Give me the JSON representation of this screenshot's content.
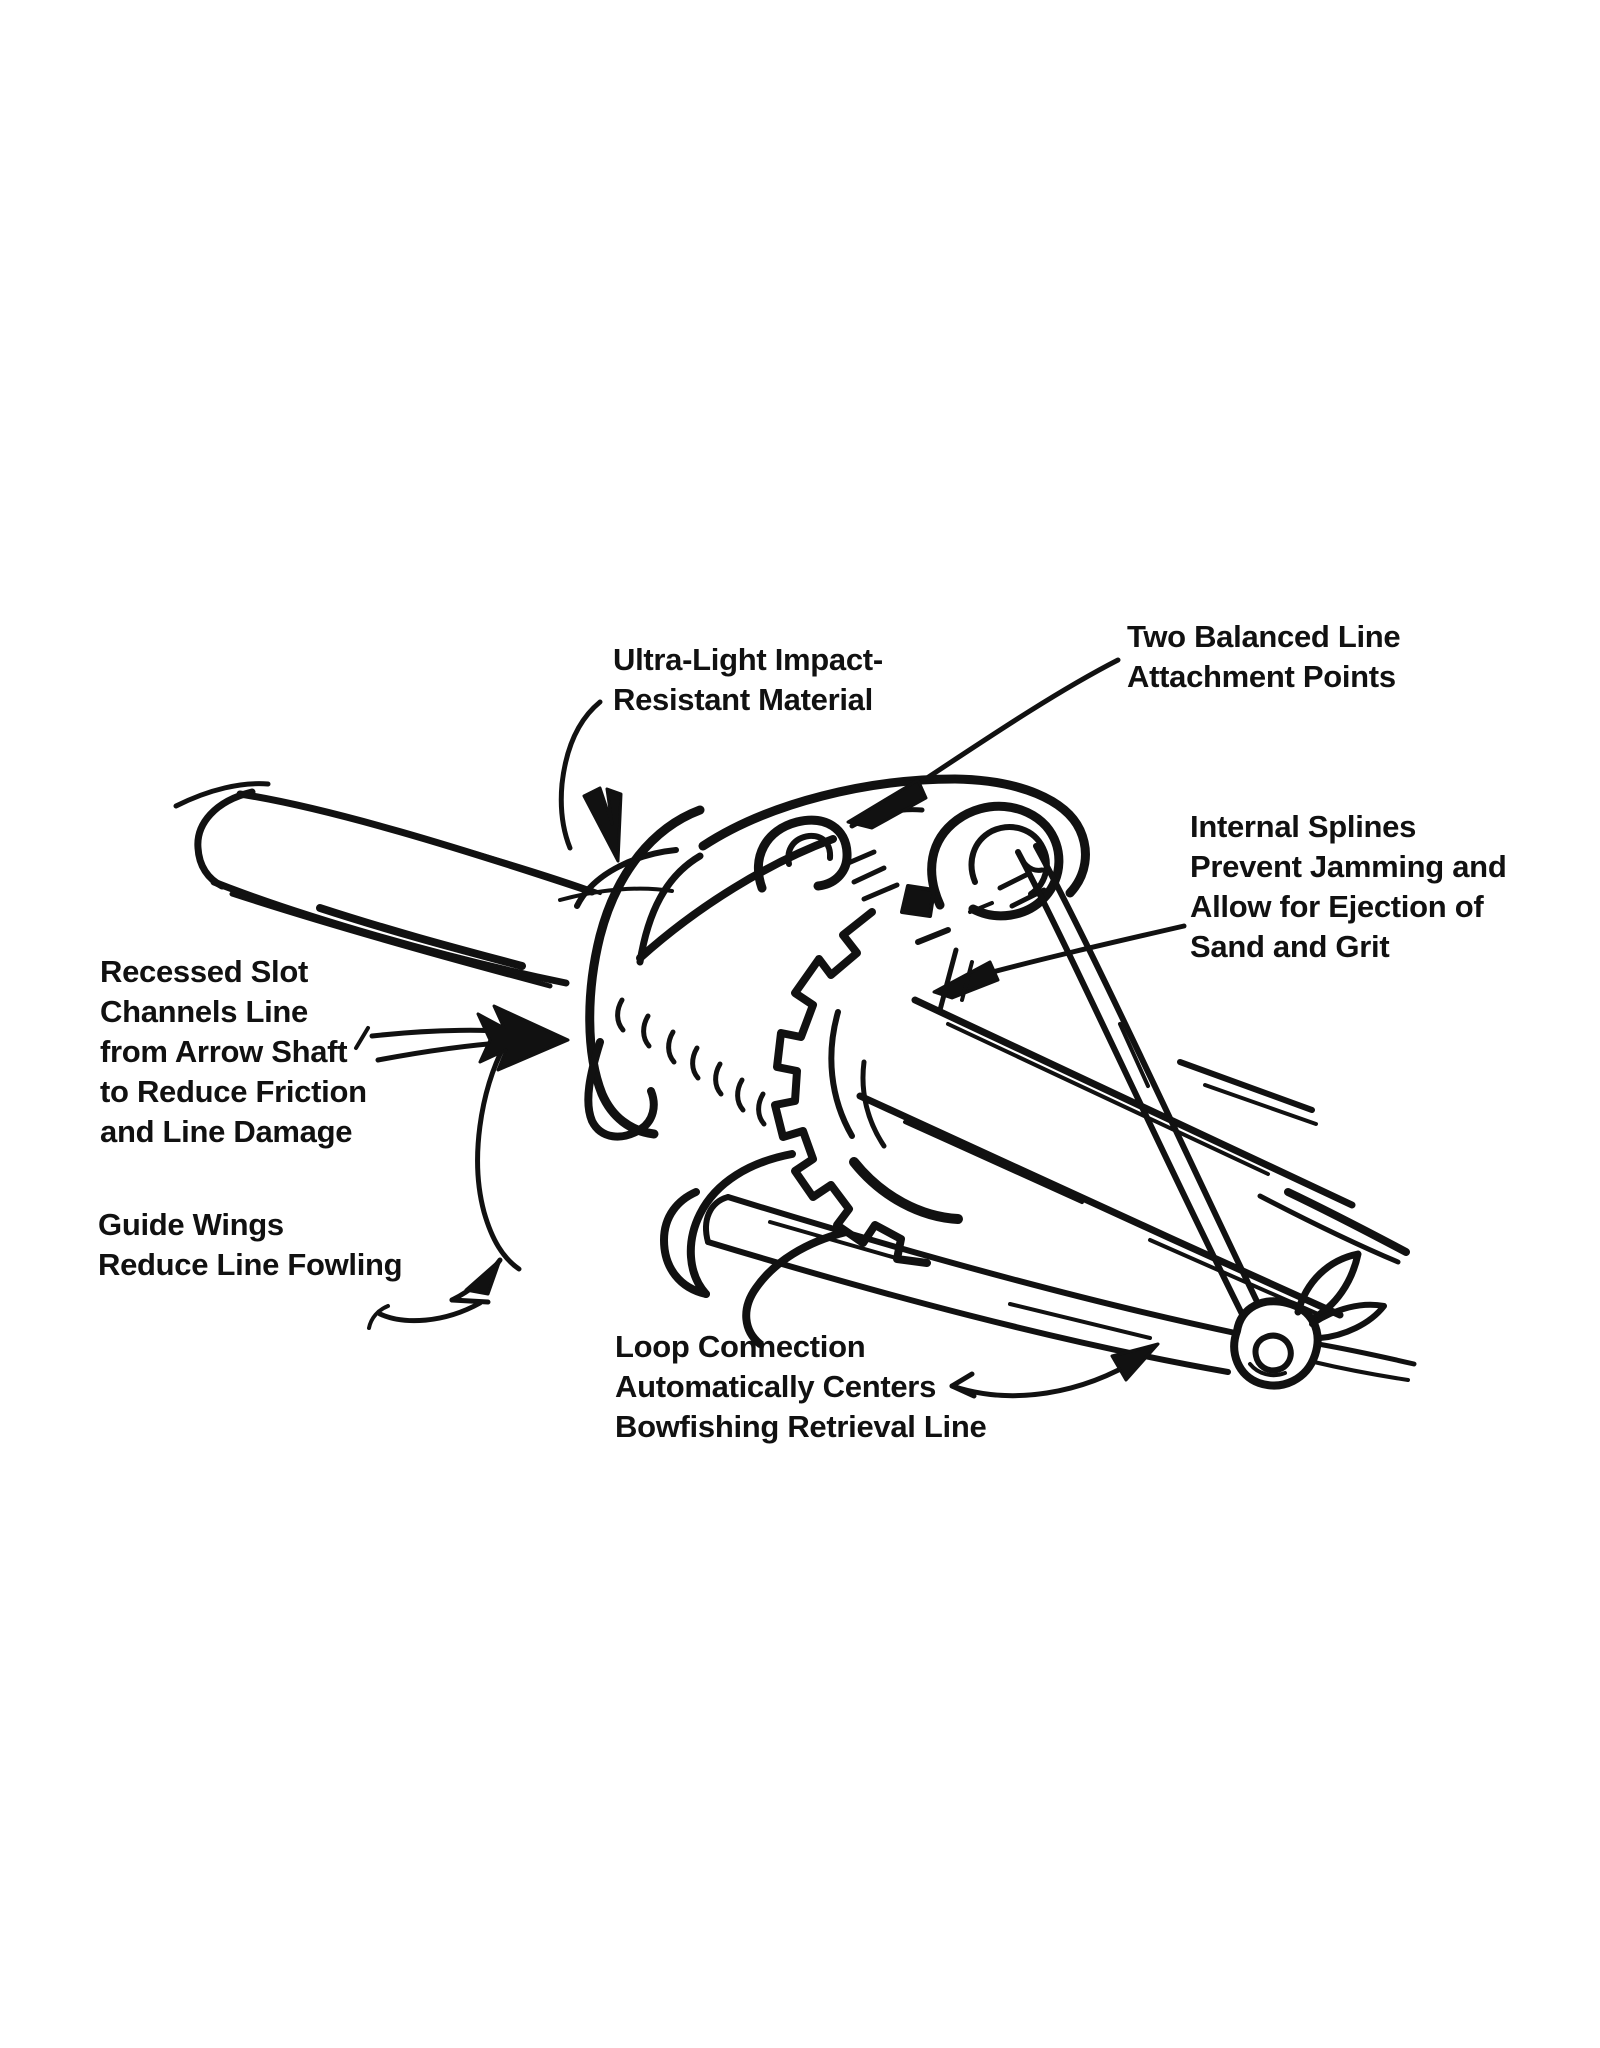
{
  "figure": {
    "kind": "hand-drawn line illustration",
    "subject": "Bowfishing arrow slide on arrow shaft with retrieval line loop"
  },
  "colors": {
    "ink": "#111111",
    "background": "#ffffff"
  },
  "labels": {
    "ultra_light": {
      "lines": [
        "Ultra-Light Impact-",
        "Resistant Material"
      ]
    },
    "two_balanced": {
      "lines": [
        "Two Balanced Line",
        "Attachment Points"
      ]
    },
    "internal_splines": {
      "lines": [
        "Internal Splines",
        "Prevent Jamming and",
        "Allow for Ejection of",
        "Sand and Grit"
      ]
    },
    "recessed_slot": {
      "lines": [
        "Recessed Slot",
        "Channels Line",
        "from Arrow Shaft",
        "to Reduce Friction",
        "and Line Damage"
      ]
    },
    "guide_wings": {
      "lines": [
        "Guide Wings",
        "Reduce Line Fowling"
      ]
    },
    "loop_connection": {
      "lines": [
        "Loop Connection",
        "Automatically Centers",
        "Bowfishing Retrieval Line"
      ]
    }
  }
}
